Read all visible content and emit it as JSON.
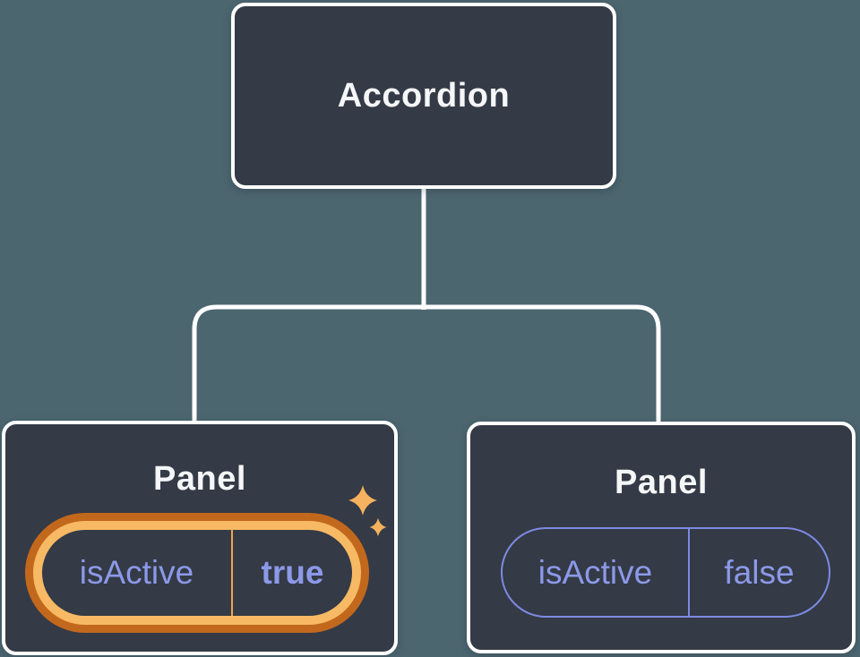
{
  "tree": {
    "root": {
      "label": "Accordion"
    },
    "children": [
      {
        "label": "Panel",
        "prop_name": "isActive",
        "prop_value": "true",
        "state": "active",
        "highlighted": true
      },
      {
        "label": "Panel",
        "prop_name": "isActive",
        "prop_value": "false",
        "state": "inactive",
        "highlighted": false
      }
    ]
  },
  "icons": {
    "sparkles": "sparkles-icon"
  },
  "colors": {
    "background": "#4c6670",
    "node_fill": "#343a46",
    "node_border": "#ffffff",
    "node_text": "#f5f6f7",
    "prop_text": "#8c99e8",
    "prop_border": "#7d8ae3",
    "highlight_outer": "#c2681c",
    "highlight_inner": "#f7b964",
    "highlight_divider": "#eda64f",
    "sparkle": "#f6b25e"
  }
}
